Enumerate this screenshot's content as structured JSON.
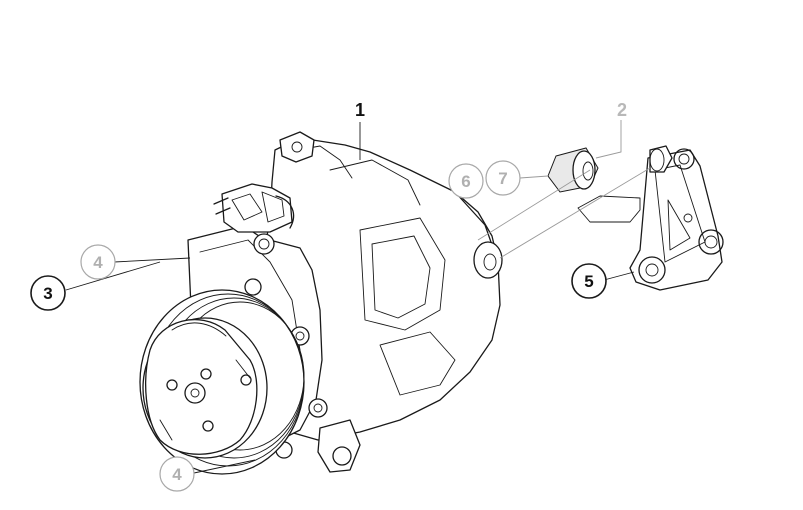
{
  "diagram": {
    "labels": {
      "l1": "1",
      "l2": "2",
      "l3": "3",
      "l4a": "4",
      "l4b": "4",
      "l5": "5",
      "l6": "6",
      "l7": "7"
    }
  },
  "colors": {
    "ink": "#1a1a1a",
    "muted": "#a8a8a8",
    "background": "#ffffff"
  }
}
